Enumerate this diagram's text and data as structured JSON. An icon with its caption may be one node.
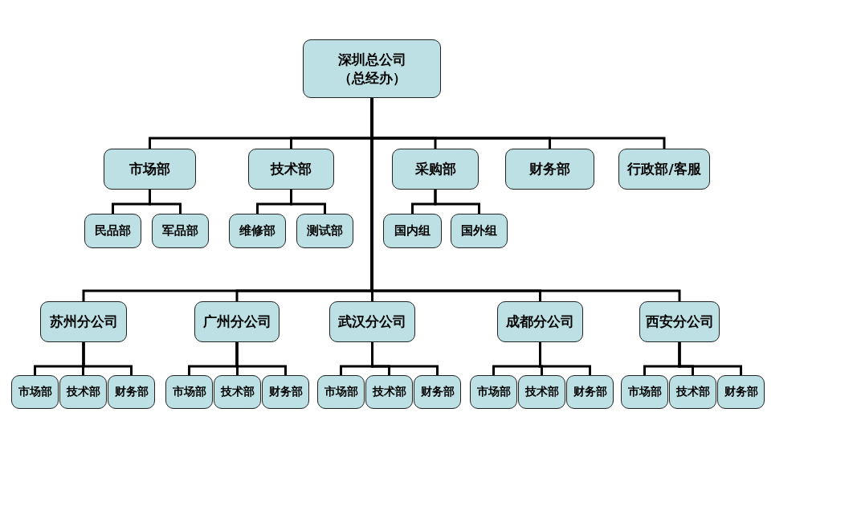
{
  "diagram": {
    "nodes": [
      {
        "text": [
          "深圳总公司（总经办）"
        ]
      },
      {
        "text": [
          "市场部"
        ]
      },
      {
        "text": [
          "技术部"
        ]
      },
      {
        "text": [
          "采购部"
        ]
      },
      {
        "text": [
          "财务部"
        ]
      },
      {
        "text": [
          "行政部/客服"
        ]
      },
      {
        "text": [
          "民品部"
        ]
      },
      {
        "text": [
          "军品部"
        ]
      },
      {
        "text": [
          "维修部"
        ]
      },
      {
        "text": [
          "测试部"
        ]
      },
      {
        "text": [
          "国内组"
        ]
      },
      {
        "text": [
          "国外组"
        ]
      },
      {
        "text": [
          "苏州分公司"
        ]
      },
      {
        "text": [
          "广州分公司"
        ]
      },
      {
        "text": [
          "武汉分公司"
        ]
      },
      {
        "text": [
          "成都分公司"
        ]
      },
      {
        "text": [
          "西安分公司"
        ]
      },
      {
        "text": [
          "市场部"
        ]
      },
      {
        "text": [
          "技术部"
        ]
      },
      {
        "text": [
          "财务部"
        ]
      },
      {
        "text": [
          "市场部"
        ]
      },
      {
        "text": [
          "技术部"
        ]
      },
      {
        "text": [
          "财务部"
        ]
      },
      {
        "text": [
          "市场部"
        ]
      },
      {
        "text": [
          "技术部"
        ]
      },
      {
        "text": [
          "财务部"
        ]
      },
      {
        "text": [
          "市场部"
        ]
      },
      {
        "text": [
          "技术部"
        ]
      },
      {
        "text": [
          "财务部"
        ]
      },
      {
        "text": [
          "市场部"
        ]
      },
      {
        "text": [
          "技术部"
        ]
      },
      {
        "text": [
          "财务部"
        ]
      }
    ],
    "edges": [
      {
        "from": 0,
        "to": 1,
        "arrow": "none"
      },
      {
        "from": 0,
        "to": 2,
        "arrow": "none"
      },
      {
        "from": 0,
        "to": 3,
        "arrow": "none"
      },
      {
        "from": 0,
        "to": 4,
        "arrow": "none"
      },
      {
        "from": 0,
        "to": 5,
        "arrow": "none"
      },
      {
        "from": 0,
        "to": 12,
        "arrow": "none"
      },
      {
        "from": 0,
        "to": 13,
        "arrow": "none"
      },
      {
        "from": 0,
        "to": 14,
        "arrow": "none"
      },
      {
        "from": 0,
        "to": 15,
        "arrow": "none"
      },
      {
        "from": 0,
        "to": 16,
        "arrow": "none"
      },
      {
        "from": 1,
        "to": 6,
        "arrow": "none"
      },
      {
        "from": 1,
        "to": 7,
        "arrow": "none"
      },
      {
        "from": 2,
        "to": 8,
        "arrow": "none"
      },
      {
        "from": 2,
        "to": 9,
        "arrow": "none"
      },
      {
        "from": 3,
        "to": 10,
        "arrow": "none"
      },
      {
        "from": 3,
        "to": 11,
        "arrow": "none"
      },
      {
        "from": 12,
        "to": 17,
        "arrow": "none"
      },
      {
        "from": 12,
        "to": 18,
        "arrow": "none"
      },
      {
        "from": 12,
        "to": 19,
        "arrow": "none"
      },
      {
        "from": 13,
        "to": 20,
        "arrow": "none"
      },
      {
        "from": 13,
        "to": 21,
        "arrow": "none"
      },
      {
        "from": 13,
        "to": 22,
        "arrow": "none"
      },
      {
        "from": 14,
        "to": 23,
        "arrow": "none"
      },
      {
        "from": 14,
        "to": 24,
        "arrow": "none"
      },
      {
        "from": 14,
        "to": 25,
        "arrow": "none"
      },
      {
        "from": 15,
        "to": 26,
        "arrow": "none"
      },
      {
        "from": 15,
        "to": 27,
        "arrow": "none"
      },
      {
        "from": 15,
        "to": 28,
        "arrow": "none"
      },
      {
        "from": 16,
        "to": 29,
        "arrow": "none"
      },
      {
        "from": 16,
        "to": 30,
        "arrow": "none"
      },
      {
        "from": 16,
        "to": 31,
        "arrow": "none"
      }
    ]
  }
}
